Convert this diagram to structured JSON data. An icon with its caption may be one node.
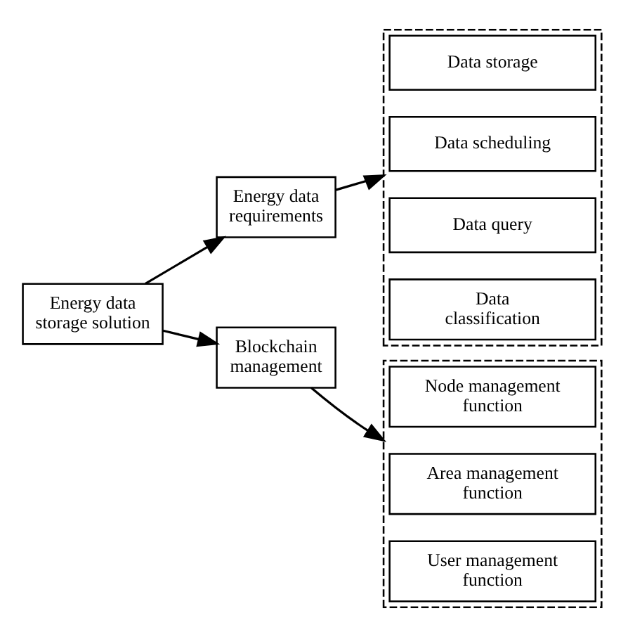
{
  "diagram": {
    "nodes": [
      {
        "text": [
          "Energy data storage solution"
        ]
      },
      {
        "text": [
          "Energy data requirements"
        ]
      },
      {
        "text": [],
        "shape": "box"
      },
      {
        "text": [
          "Data storage"
        ],
        "in": 2
      },
      {
        "text": [
          "Data scheduling"
        ],
        "in": 2
      },
      {
        "text": [
          "Data query"
        ],
        "in": 2
      },
      {
        "text": [
          "Data classification"
        ],
        "in": 2
      },
      {
        "text": [
          "Blockchain management"
        ]
      },
      {
        "text": [],
        "shape": "box"
      },
      {
        "text": [
          "Node management function"
        ],
        "in": 8
      },
      {
        "text": [
          "Area management function"
        ],
        "in": 8
      },
      {
        "text": [
          "User management function"
        ],
        "in": 8
      }
    ],
    "edges": [
      {
        "from": 0,
        "to": 1,
        "arrow": "to"
      },
      {
        "from": 0,
        "to": 7,
        "arrow": "to"
      },
      {
        "from": 1,
        "to": 2,
        "arrow": "to"
      },
      {
        "from": 7,
        "to": 8,
        "arrow": "to"
      }
    ]
  }
}
